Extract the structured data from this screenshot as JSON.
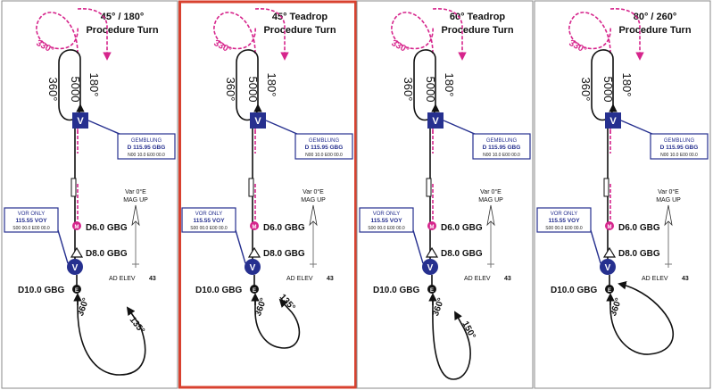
{
  "panels": [
    {
      "title1": "45° / 180°",
      "title2": "Procedure Turn",
      "selected": false,
      "outbound_angle": "135°"
    },
    {
      "title1": "45° Teadrop",
      "title2": "Procedure Turn",
      "selected": true,
      "outbound_angle": "135°"
    },
    {
      "title1": "60° Teadrop",
      "title2": "Procedure Turn",
      "selected": false,
      "outbound_angle": "150°"
    },
    {
      "title1": "80° / 260°",
      "title2": "Procedure Turn",
      "selected": false,
      "outbound_angle": ""
    }
  ],
  "common": {
    "holding_radial": "330°",
    "holding_alt": "5000",
    "hold_inbound": "180°",
    "hold_outbound": "360°",
    "fix_letter": "V",
    "mark_m": "M",
    "mark_d": "E",
    "gembl_name": "GEMBLUNG",
    "gembl_freq": "D 115.95 GBG",
    "gembl_coords": "N00 10.0 E00 00.0",
    "voy_title": "VOR ONLY",
    "voy_freq": "115.55 VOY",
    "voy_coords": "S00 00.0 E00 00.0",
    "var_text": "Var 0°E",
    "mag_text": "MAG UP",
    "d6": "D6.0 GBG",
    "d8": "D8.0 GBG",
    "d10": "D10.0 GBG",
    "ad_elev_label": "AD ELEV",
    "ad_elev_value": "43",
    "inbound_course": "360°"
  },
  "colors": {
    "magenta": "#d6258c",
    "navy": "#26308f",
    "selected_border": "#d8412f",
    "panel_border": "#8a8a8a"
  }
}
